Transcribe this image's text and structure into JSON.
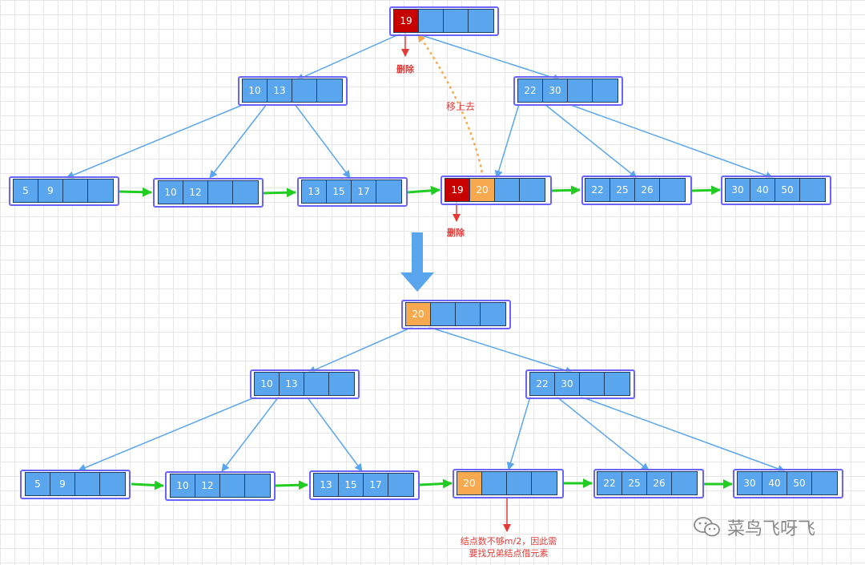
{
  "top": {
    "root": [
      "19",
      "",
      "",
      ""
    ],
    "inner_left": [
      "10",
      "13",
      "",
      ""
    ],
    "inner_right": [
      "22",
      "30",
      "",
      ""
    ],
    "leaves": [
      [
        "5",
        "9",
        "",
        ""
      ],
      [
        "10",
        "12",
        "",
        ""
      ],
      [
        "13",
        "15",
        "17",
        ""
      ],
      [
        "19",
        "20",
        "",
        ""
      ],
      [
        "22",
        "25",
        "26",
        ""
      ],
      [
        "30",
        "40",
        "50",
        ""
      ]
    ],
    "delete_label_root": "删除",
    "delete_label_leaf": "删除",
    "move_up_label": "移上去"
  },
  "bottom": {
    "root": [
      "20",
      "",
      "",
      ""
    ],
    "inner_left": [
      "10",
      "13",
      "",
      ""
    ],
    "inner_right": [
      "22",
      "30",
      "",
      ""
    ],
    "leaves": [
      [
        "5",
        "9",
        "",
        ""
      ],
      [
        "10",
        "12",
        "",
        ""
      ],
      [
        "13",
        "15",
        "17",
        ""
      ],
      [
        "20",
        "",
        "",
        ""
      ],
      [
        "22",
        "25",
        "26",
        ""
      ],
      [
        "30",
        "40",
        "50",
        ""
      ]
    ],
    "note_line1": "结点数不够m/2，因此需",
    "note_line2": "要找兄弟结点借元素"
  },
  "watermark": "菜鸟飞呀飞",
  "colors": {
    "key_cell": "#5aa6ee",
    "deleted_key": "#c70000",
    "moved_key": "#f7a94f",
    "tree_edge": "#5aa6ee",
    "leaf_link": "#22cc22",
    "delete_arrow": "#e53935",
    "move_arrow": "#f7a94f",
    "node_frame": "#6b63ff"
  }
}
